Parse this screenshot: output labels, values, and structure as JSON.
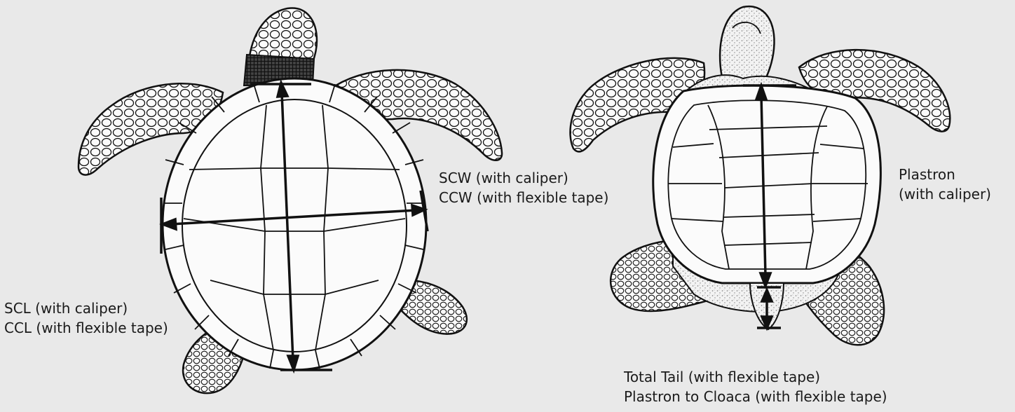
{
  "scl_label": {
    "line1": "SCL (with caliper)",
    "line2": "CCL (with flexible tape)"
  },
  "scw_label": {
    "line1": "SCW (with caliper)",
    "line2": "CCW (with flexible tape)"
  },
  "plastron_label": {
    "line1": "Plastron",
    "line2": "(with caliper)"
  },
  "tail_label": {
    "line1": "Total Tail (with flexible tape)",
    "line2": "Plastron to Cloaca (with flexible tape)"
  },
  "colors": {
    "background": "#e9e9e9",
    "ink": "#111111",
    "shell_fill": "#fbfbfb",
    "stipple": "#9a9a9a",
    "text": "#1a1a1a"
  }
}
